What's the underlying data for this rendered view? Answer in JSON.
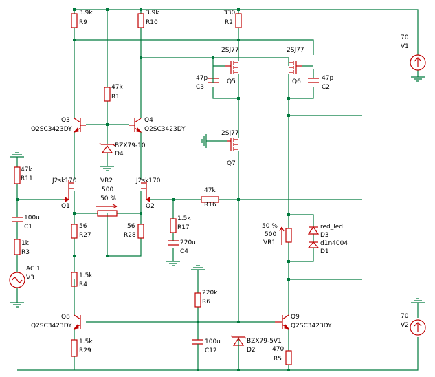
{
  "components": [
    {
      "ref": "R9",
      "value": "3.9k"
    },
    {
      "ref": "R10",
      "value": "3.9k"
    },
    {
      "ref": "R2",
      "value": "330"
    },
    {
      "ref": "V1",
      "value": "70"
    },
    {
      "ref": "Q5",
      "value": "2SJ77"
    },
    {
      "ref": "Q6",
      "value": "2SJ77"
    },
    {
      "ref": "C3",
      "value": "47p"
    },
    {
      "ref": "C2",
      "value": "47p"
    },
    {
      "ref": "R1",
      "value": "47k"
    },
    {
      "ref": "Q3",
      "value": "Q2SC3423DY"
    },
    {
      "ref": "Q4",
      "value": "Q2SC3423DY"
    },
    {
      "ref": "D4",
      "value": "BZX79-10"
    },
    {
      "ref": "Q7",
      "value": "2SJ77"
    },
    {
      "ref": "R11",
      "value": "47k"
    },
    {
      "ref": "Q1",
      "value": "J2sk170"
    },
    {
      "ref": "Q2",
      "value": "J2sk170"
    },
    {
      "ref": "VR2",
      "value": "500",
      "setting": "50 %"
    },
    {
      "ref": "R16",
      "value": "47k"
    },
    {
      "ref": "C1",
      "value": "100u"
    },
    {
      "ref": "R27",
      "value": "56"
    },
    {
      "ref": "R28",
      "value": "56"
    },
    {
      "ref": "R17",
      "value": "1.5k"
    },
    {
      "ref": "C4",
      "value": "220u"
    },
    {
      "ref": "R3",
      "value": "1k"
    },
    {
      "ref": "V3",
      "value": "AC 1"
    },
    {
      "ref": "VR1",
      "value": "500",
      "setting": "50 %"
    },
    {
      "ref": "D3",
      "value": "red_led"
    },
    {
      "ref": "D1",
      "value": "d1n4004"
    },
    {
      "ref": "R4",
      "value": "1.5k"
    },
    {
      "ref": "R6",
      "value": "220k"
    },
    {
      "ref": "V2",
      "value": "70"
    },
    {
      "ref": "Q8",
      "value": "Q2SC3423DY"
    },
    {
      "ref": "Q9",
      "value": "Q2SC3423DY"
    },
    {
      "ref": "R29",
      "value": "1.5k"
    },
    {
      "ref": "C12",
      "value": "100u"
    },
    {
      "ref": "D2",
      "value": "BZX79-5V1"
    },
    {
      "ref": "R5",
      "value": "470"
    }
  ]
}
